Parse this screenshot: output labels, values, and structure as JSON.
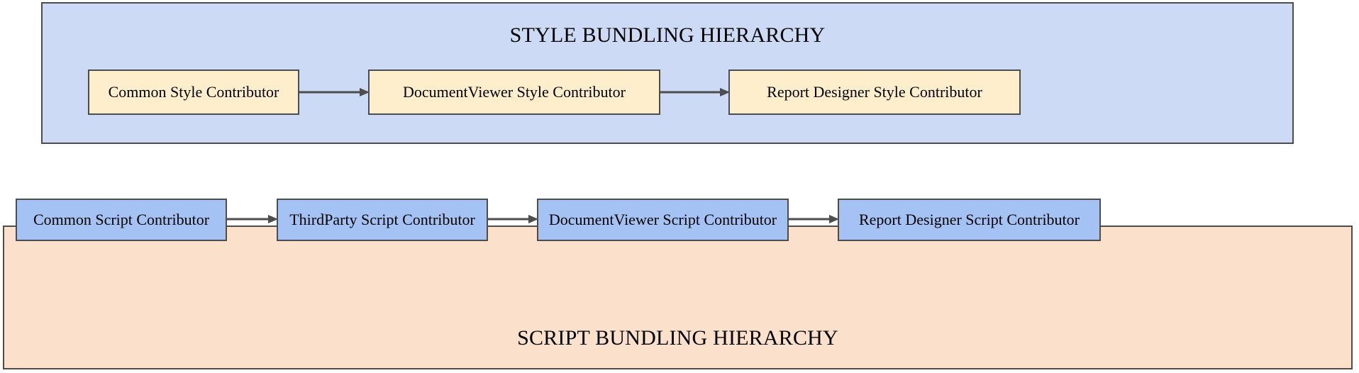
{
  "diagram": {
    "type": "flowchart",
    "background": "#ffffff",
    "edge_color": "#4d4d4d",
    "clusters": [
      {
        "id": "style",
        "title": "STYLE BUNDLING HIERARCHY",
        "title_position": "top",
        "fill": "#ccdaf5",
        "border": "#4d4d4d",
        "node_fill": "#ffeecc",
        "nodes": [
          {
            "id": "common-style",
            "label": "Common Style Contributor"
          },
          {
            "id": "docviewer-style",
            "label": "DocumentViewer Style Contributor"
          },
          {
            "id": "reportdesigner-style",
            "label": "Report Designer Style Contributor"
          }
        ],
        "edges": [
          {
            "from": "common-style",
            "to": "docviewer-style",
            "arrow": "arrow-right-icon"
          },
          {
            "from": "docviewer-style",
            "to": "reportdesigner-style",
            "arrow": "arrow-right-icon"
          }
        ]
      },
      {
        "id": "script",
        "title": "SCRIPT BUNDLING HIERARCHY",
        "title_position": "bottom",
        "fill": "#fbe0cb",
        "border": "#4d4d4d",
        "node_fill": "#a4c2f4",
        "nodes": [
          {
            "id": "common-script",
            "label": "Common Script Contributor"
          },
          {
            "id": "thirdparty-script",
            "label": "ThirdParty Script Contributor"
          },
          {
            "id": "docviewer-script",
            "label": "DocumentViewer Script Contributor"
          },
          {
            "id": "reportdesigner-script",
            "label": "Report Designer Script Contributor"
          }
        ],
        "edges": [
          {
            "from": "common-script",
            "to": "thirdparty-script",
            "arrow": "arrow-right-icon"
          },
          {
            "from": "thirdparty-script",
            "to": "docviewer-script",
            "arrow": "arrow-right-icon"
          },
          {
            "from": "docviewer-script",
            "to": "reportdesigner-script",
            "arrow": "arrow-right-icon"
          }
        ]
      }
    ]
  }
}
